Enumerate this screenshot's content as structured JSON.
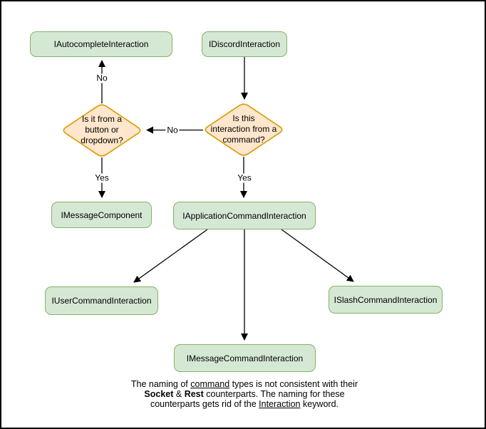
{
  "diagram": {
    "nodes": {
      "autocomplete": {
        "label": "IAutocompleteInteraction"
      },
      "discord": {
        "label": "IDiscordInteraction"
      },
      "message_component": {
        "label": "IMessageComponent"
      },
      "application_command": {
        "label": "IApplicationCommandInteraction"
      },
      "user_command": {
        "label": "IUserCommandInteraction"
      },
      "slash_command": {
        "label": "ISlashCommandInteraction"
      },
      "message_command": {
        "label": "IMessageCommandInteraction"
      }
    },
    "decisions": {
      "button_dropdown": {
        "label": "Is it from a button or dropdown?",
        "lines": [
          "Is it from a",
          "button or",
          "dropdown?"
        ]
      },
      "from_command": {
        "label": "Is this interaction from a command?",
        "lines": [
          "Is this",
          "interaction from a",
          "command?"
        ]
      }
    },
    "edge_labels": {
      "no_up": "No",
      "no_left": "No",
      "yes_left": "Yes",
      "yes_right": "Yes"
    },
    "note": {
      "line1_pre": "The naming of ",
      "line1_underlined": "command",
      "line1_post": " types is not consistent with their",
      "line2_bold1": "Socket",
      "line2_mid": " & ",
      "line2_bold2": "Rest",
      "line2_post": " counterparts. The naming for these",
      "line3_pre": "counterparts gets rid of the ",
      "line3_underlined": "Interaction",
      "line3_post": " keyword."
    },
    "colors": {
      "node_fill": "#d5e8d4",
      "node_stroke": "#82b366",
      "decision_fill": "#ffe6cc",
      "decision_stroke": "#d79b00",
      "arrow": "#000000"
    }
  }
}
